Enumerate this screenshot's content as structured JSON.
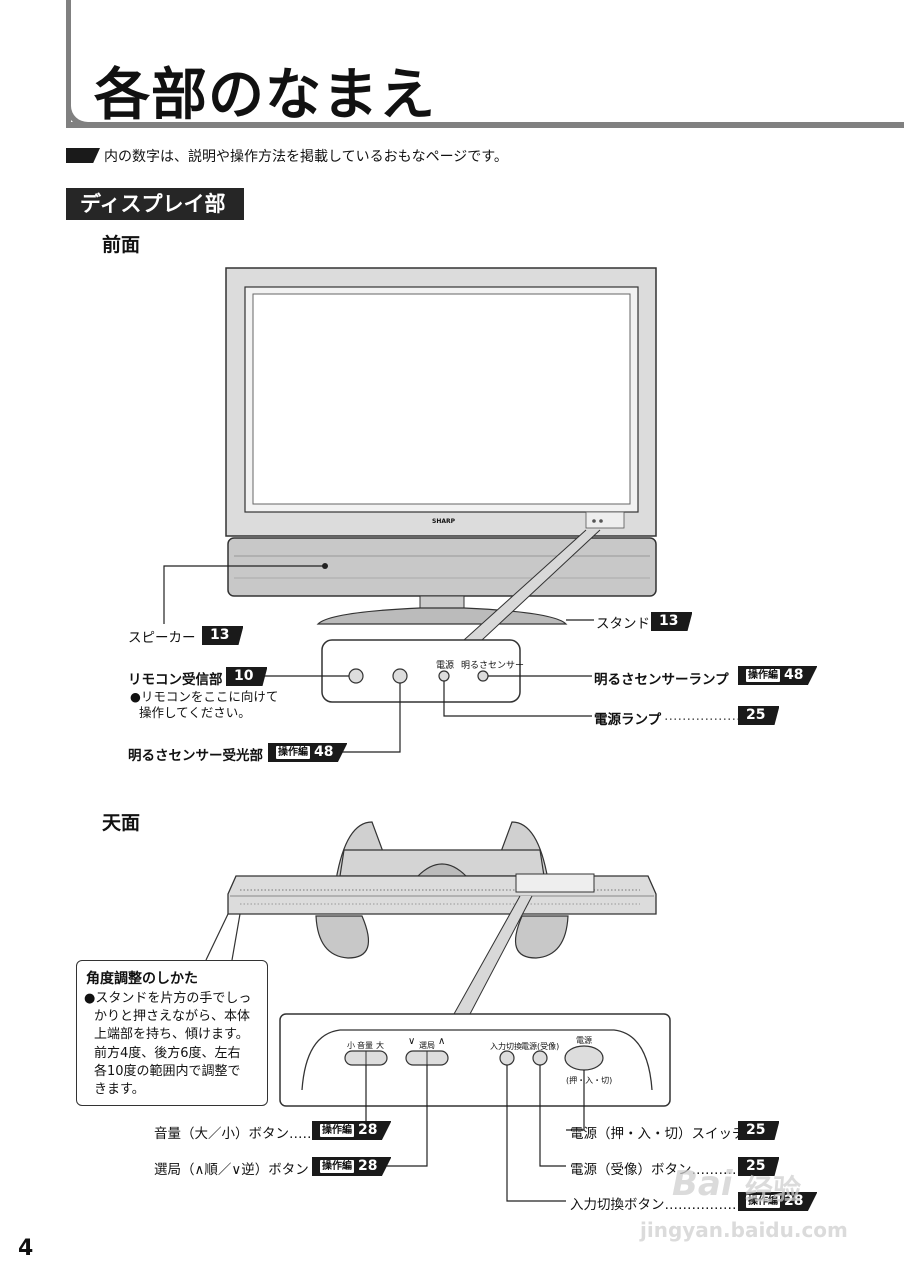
{
  "page": {
    "title": "各部のなまえ",
    "number": "4",
    "note": "内の数字は、説明や操作方法を掲載しているおもなページです。",
    "section": "ディスプレイ部"
  },
  "front": {
    "heading": "前面",
    "tv_brand": "SHARP",
    "panel_labels": {
      "power": "電源",
      "sensor": "明るさセンサー"
    },
    "callouts": {
      "speaker": {
        "label": "スピーカー",
        "page": "13"
      },
      "stand": {
        "label": "スタンド",
        "page": "13"
      },
      "remote": {
        "label": "リモコン受信部",
        "page": "10",
        "note1": "●リモコンをここに向けて",
        "note2": "操作してください。"
      },
      "sensor_lamp": {
        "label": "明るさセンサーランプ",
        "tag": "操作編",
        "page": "48"
      },
      "power_lamp": {
        "label": "電源ランプ",
        "dots": "………………",
        "page": "25"
      },
      "sensor_receiver": {
        "label": "明るさセンサー受光部",
        "tag": "操作編",
        "page": "48"
      }
    }
  },
  "top": {
    "heading": "天面",
    "panel_labels": {
      "vol_small": "小",
      "vol": "音量",
      "vol_big": "大",
      "ch": "選局",
      "input": "入力切換",
      "power_recv": "電源(受像)",
      "power": "電源",
      "power_switch": "(押・入・切)"
    },
    "angle": {
      "title": "角度調整のしかた",
      "lines": [
        "●スタンドを片方の手でしっ",
        "かりと押さえながら、本体",
        "上端部を持ち、傾けます。",
        "前方4度、後方6度、左右",
        "各10度の範囲内で調整で",
        "きます。"
      ]
    },
    "callouts": {
      "volume": {
        "label": "音量（大／小）ボタン……",
        "tag": "操作編",
        "page": "28"
      },
      "channel": {
        "label": "選局（∧順／∨逆）ボタン",
        "tag": "操作編",
        "page": "28"
      },
      "power_switch": {
        "label": "電源（押・入・切）スイッチ……",
        "page": "25"
      },
      "power_button": {
        "label": "電源（受像）ボタン…………",
        "page": "25"
      },
      "input_button": {
        "label": "入力切換ボタン………………",
        "tag": "操作編",
        "page": "28"
      }
    }
  },
  "watermark": {
    "brand": "Bai",
    "text": "经验",
    "url": "jingyan.baidu.com"
  },
  "colors": {
    "frame": "#808080",
    "dark": "#1a1a1a",
    "tv_body": "#dcdcdc"
  }
}
